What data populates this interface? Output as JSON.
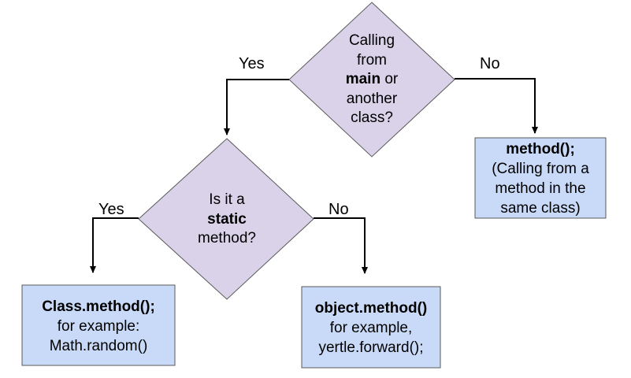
{
  "colors": {
    "diamond_fill": "#d9d2e9",
    "box_fill": "#c9daf8",
    "stroke": "#595959",
    "connector": "#000000"
  },
  "top_decision": {
    "line1": "Calling",
    "line2": "from",
    "line3_bold": "main",
    "line3_rest": " or",
    "line4": "another",
    "line5": "class?",
    "yes_label": "Yes",
    "no_label": "No"
  },
  "static_decision": {
    "line1": "Is it a",
    "line2_bold": "static",
    "line3": "method?",
    "yes_label": "Yes",
    "no_label": "No"
  },
  "same_class_box": {
    "title": "method();",
    "line2": "(Calling from a",
    "line3": "method in the",
    "line4": "same class)"
  },
  "static_box": {
    "title": "Class.method();",
    "line2": "for example:",
    "line3": "Math.random()"
  },
  "object_box": {
    "title": "object.method()",
    "line2": "for example,",
    "line3": "yertle.forward();"
  }
}
